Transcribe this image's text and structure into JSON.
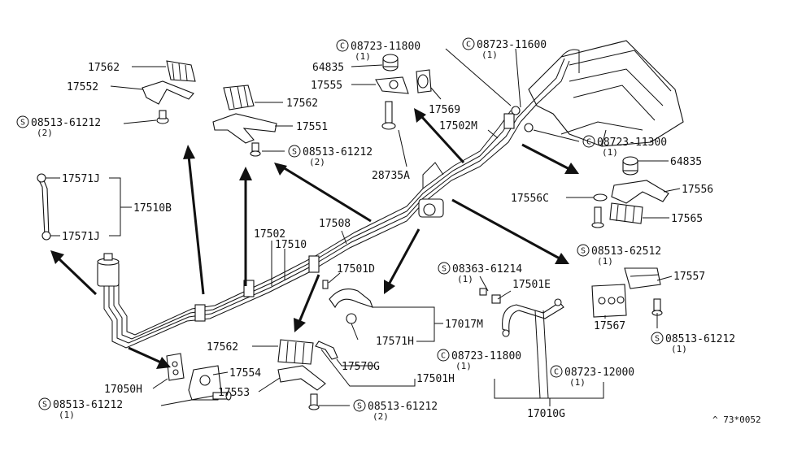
{
  "diagram": {
    "labels": {
      "p17562_a": "17562",
      "p17552": "17552",
      "s08513_61212_a": "08513-61212",
      "q2_a": "(2)",
      "p17562_b": "17562",
      "p17551": "17551",
      "s08513_61212_b": "08513-61212",
      "q2_b": "(2)",
      "c08723_11800_a": "08723-11800",
      "q1_a": "(1)",
      "p64835_a": "64835",
      "p17555": "17555",
      "p17569": "17569",
      "c08723_11600": "08723-11600",
      "q1_b": "(1)",
      "p17502M": "17502M",
      "c08723_11300": "08723-11300",
      "q1_c": "(1)",
      "p28735A": "28735A",
      "p64835_b": "64835",
      "p17556": "17556",
      "p17556C": "17556C",
      "p17565": "17565",
      "s08513_62512": "08513-62512",
      "q1_d": "(1)",
      "p17571J_a": "17571J",
      "p17510B": "17510B",
      "p17571J_b": "17571J",
      "p17502": "17502",
      "p17510": "17510",
      "p17508": "17508",
      "p17501D": "17501D",
      "s08363_61214": "08363-61214",
      "q1_e": "(1)",
      "p17501E": "17501E",
      "p17557": "17557",
      "p17567": "17567",
      "s08513_61212_c": "08513-61212",
      "q1_f": "(1)",
      "p17017M": "17017M",
      "p17571H": "17571H",
      "p17562_c": "17562",
      "p17570G": "17570G",
      "p17501H": "17501H",
      "c08723_11800_b": "08723-11800",
      "q1_g": "(1)",
      "c08723_12000": "08723-12000",
      "q1_h": "(1)",
      "p17050H": "17050H",
      "p17554": "17554",
      "p17553": "17553",
      "s08513_61212_d": "08513-61212",
      "q1_i": "(1)",
      "s08513_61212_e": "08513-61212",
      "q2_c": "(2)",
      "p17010G": "17010G",
      "ref": "^ 73*0052"
    },
    "prefix_s": "S",
    "prefix_c": "C"
  }
}
